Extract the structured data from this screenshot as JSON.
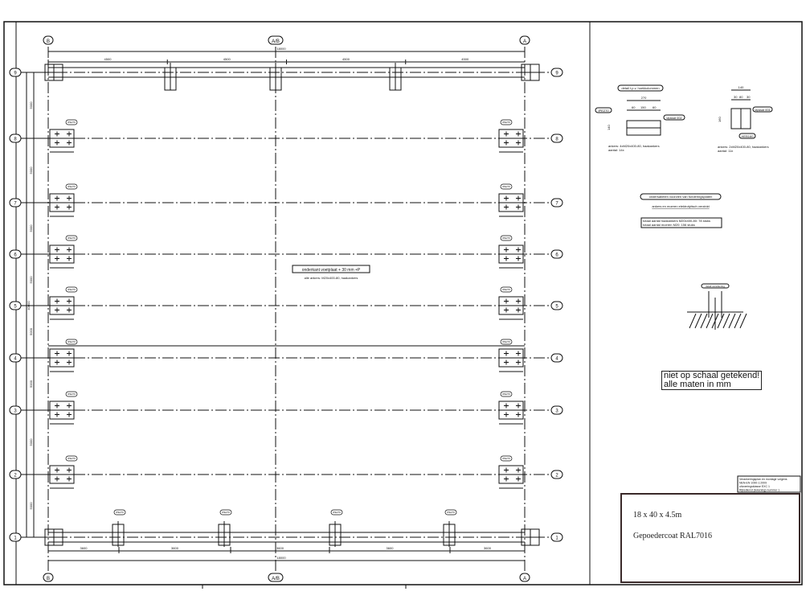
{
  "drawing": {
    "columns": [
      {
        "label": "B"
      },
      {
        "label": "A/B"
      },
      {
        "label": "A"
      }
    ],
    "rows": [
      "9",
      "8",
      "7",
      "6",
      "5",
      "4",
      "3",
      "2",
      "1"
    ],
    "top_overall_dim": "18000",
    "top_dims": [
      "4500",
      "4500",
      "4500",
      "4500"
    ],
    "bottom_overall_dim": "18000",
    "bottom_dims": [
      "3600",
      "3600",
      "3600",
      "3600",
      "3600"
    ],
    "left_overall_dim": "40000",
    "left_dims": [
      "5000",
      "5000",
      "5000",
      "5000",
      "5000",
      "5000",
      "5000",
      "5000"
    ],
    "center_note_box": "onderkant voetplaat + 30 mm +P",
    "center_note": "alle ankers: M20x400-80, haakankers",
    "plate_tag": "IPE270",
    "detail_1": {
      "title": "detail t.p.v. hoekkolommen",
      "dims": [
        "270",
        "60",
        "150",
        "60",
        "140"
      ],
      "tag_left": "IPE270",
      "tag_right": "vtplaat 002",
      "caption_1": "ankers: 4xM20x400-80, haakankers",
      "caption_2": "aantal: 14x"
    },
    "detail_2": {
      "dims": [
        "140",
        "30",
        "80",
        "30",
        "160"
      ],
      "tag_right": "vtplaat 001",
      "tag_bottom": "HEB160",
      "caption_1": "ankers: 2xM20x400-80, haakankers",
      "caption_2": "aantal: 11x"
    },
    "notes_box_title": "ondersabelen voorzien van funderingsplaten",
    "notes_underlined": "ankers en moeren elektrolytisch verzinkt",
    "notes_boxed": [
      "totaal aantal haakankers M20x400-80: 78 stuks",
      "totaal aantal moeren M20: 156 stuks"
    ],
    "section_title": "detail verankering",
    "scale_note": [
      "niet op schaal getekend!",
      "alle maten in mm"
    ],
    "stamp": [
      "Verankeringsplan en montage volgens",
      "NEN-EN 1090-1:2009",
      "uitvoeringsklasse EXC 1",
      "Rijksdienst (tekening) nummer 1"
    ],
    "title_block": {
      "line1": "18 x 40 x 4.5m",
      "line2": "Gepoedercoat RAL7016"
    }
  }
}
